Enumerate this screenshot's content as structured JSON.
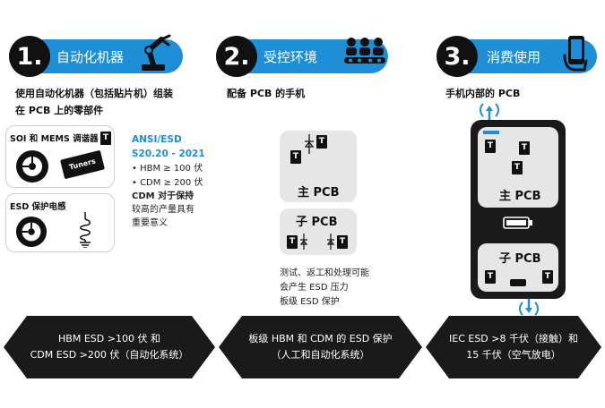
{
  "steps": [
    {
      "number": "1.",
      "title": "自动化机器",
      "icon": "robot-arm-icon",
      "desc_line1": "使用自动化机器（包括贴片机）组装",
      "desc_line2": "在 PCB 上的零部件",
      "components": [
        {
          "label": "SOI 和 MEMS 调谐器",
          "chip": "Tuners"
        },
        {
          "label": "ESD 保护电感"
        }
      ],
      "standard_title": "ANSI/ESD",
      "standard_code": "S20.20 - 2021",
      "hbm": "• HBM ≥ 100 伏",
      "cdm": "• CDM ≥ 200 伏",
      "note_line1": "CDM 对于保持",
      "note_line2": "较高的产量具有",
      "note_line3": "重要意义",
      "banner_line1": "HBM ESD >100 伏 和",
      "banner_line2": "CDM ESD >200 伏（自动化系统）"
    },
    {
      "number": "2.",
      "title": "受控环境",
      "icon": "assembly-line-workers-icon",
      "desc_line1": "配备 PCB 的手机",
      "main_pcb": "主 PCB",
      "sub_pcb": "子 PCB",
      "note_line1": "测试、返工和处理可能",
      "note_line2": "会产生 ESD 压力",
      "note_line3": "板级 ESD 保护",
      "banner_line1": "板级 HBM 和 CDM 的 ESD 保护",
      "banner_line2": "（人工和自动化系统）"
    },
    {
      "number": "3.",
      "title": "消费使用",
      "icon": "smartphone-hand-icon",
      "desc_line1": "手机内部的 PCB",
      "main_pcb": "主 PCB",
      "sub_pcb": "子 PCB",
      "banner_line1": "IEC ESD >8 千伏（接触）和",
      "banner_line2": "15 千伏（空气放电）"
    }
  ],
  "chip_letter": "T",
  "colors": {
    "accent": "#1e8fd6",
    "dark": "#1a1a1a",
    "box": "#e6e6e6"
  }
}
